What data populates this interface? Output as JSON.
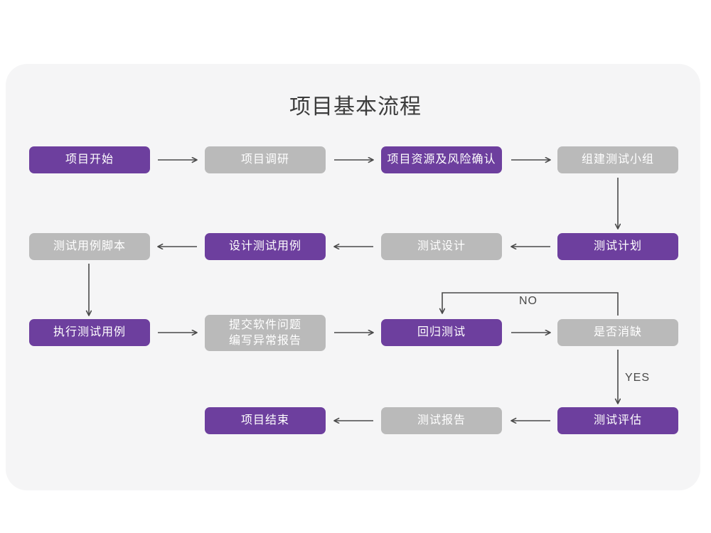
{
  "card": {
    "background": "#f5f5f6",
    "title": "项目基本流程"
  },
  "colors": {
    "purple": "#6d3f9e",
    "gray": "#bababa",
    "line": "#4a4a4a",
    "page_background": "#ffffff",
    "title_text": "#3c3c3c",
    "node_text": "#ffffff"
  },
  "flow": {
    "rows": [
      {
        "id": "row-1",
        "direction": "left-to-right",
        "nodes": [
          {
            "id": "n1",
            "label": "项目开始",
            "style": "purple"
          },
          {
            "id": "n2",
            "label": "项目调研",
            "style": "gray"
          },
          {
            "id": "n3",
            "label": "项目资源及风险确认",
            "style": "purple"
          },
          {
            "id": "n4",
            "label": "组建测试小组",
            "style": "gray"
          }
        ]
      },
      {
        "id": "row-2",
        "direction": "right-to-left",
        "nodes": [
          {
            "id": "n8",
            "label": "测试用例脚本",
            "style": "gray"
          },
          {
            "id": "n7",
            "label": "设计测试用例",
            "style": "purple"
          },
          {
            "id": "n6",
            "label": "测试设计",
            "style": "gray"
          },
          {
            "id": "n5",
            "label": "测试计划",
            "style": "purple"
          }
        ]
      },
      {
        "id": "row-3",
        "direction": "left-to-right",
        "nodes": [
          {
            "id": "n9",
            "label": "执行测试用例",
            "style": "purple"
          },
          {
            "id": "n10",
            "label": "提交软件问题\n编写异常报告",
            "style": "gray"
          },
          {
            "id": "n11",
            "label": "回归测试",
            "style": "purple"
          },
          {
            "id": "n12",
            "label": "是否消缺",
            "style": "gray"
          }
        ]
      },
      {
        "id": "row-4",
        "direction": "right-to-left",
        "nodes": [
          {
            "id": "n15",
            "label": "项目结束",
            "style": "purple"
          },
          {
            "id": "n14",
            "label": "测试报告",
            "style": "gray"
          },
          {
            "id": "n13",
            "label": "测试评估",
            "style": "purple"
          }
        ]
      }
    ],
    "edge_labels": [
      {
        "id": "label-no",
        "text": "NO"
      },
      {
        "id": "label-yes",
        "text": "YES"
      }
    ]
  }
}
